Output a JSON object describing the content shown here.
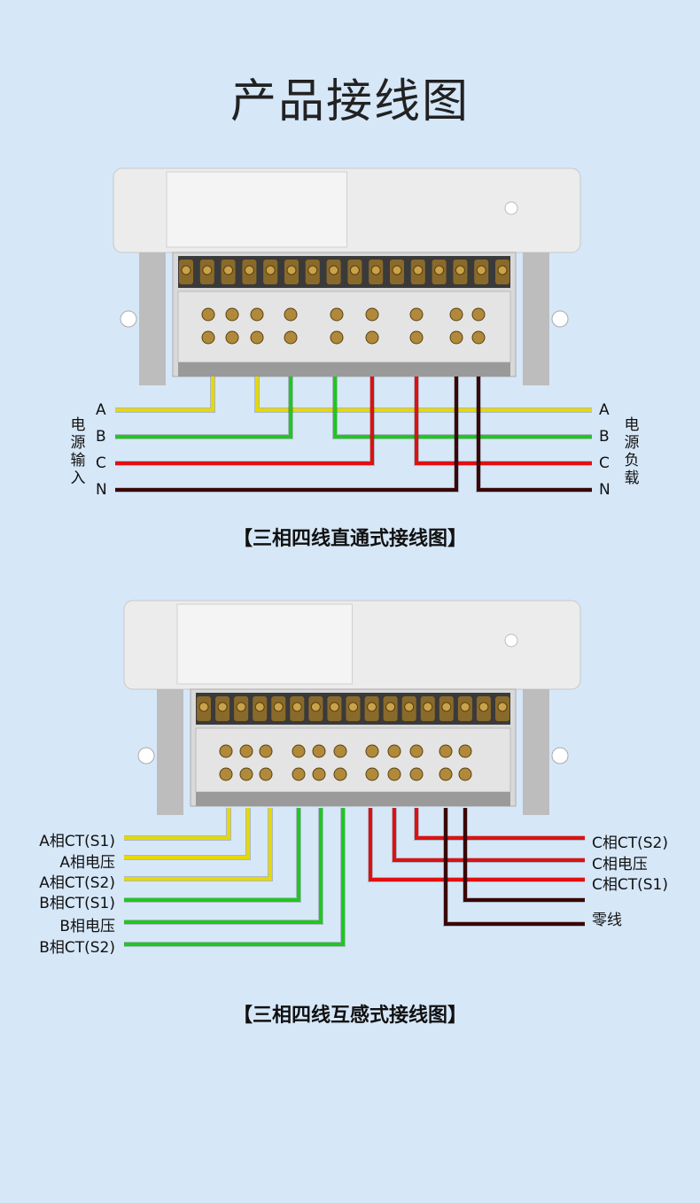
{
  "title": "产品接线图",
  "diagram1": {
    "caption": "【三相四线直通式接线图】",
    "left_group": "电源输入",
    "right_group": "电源负载",
    "left_labels": [
      "A",
      "B",
      "C",
      "N"
    ],
    "right_labels": [
      "A",
      "B",
      "C",
      "N"
    ]
  },
  "diagram2": {
    "caption": "【三相四线互感式接线图】",
    "left_labels": [
      "A相CT(S1)",
      "A相电压",
      "A相CT(S2)",
      "B相CT(S1)",
      "B相电压",
      "B相CT(S2)"
    ],
    "right_labels": [
      "C相CT(S2)",
      "C相电压",
      "C相CT(S1)",
      "零线"
    ]
  },
  "colors": {
    "A": "#e6d800",
    "B": "#1ec81e",
    "C": "#e01010",
    "N": "#3a0606",
    "background": "#d6e7f8"
  }
}
